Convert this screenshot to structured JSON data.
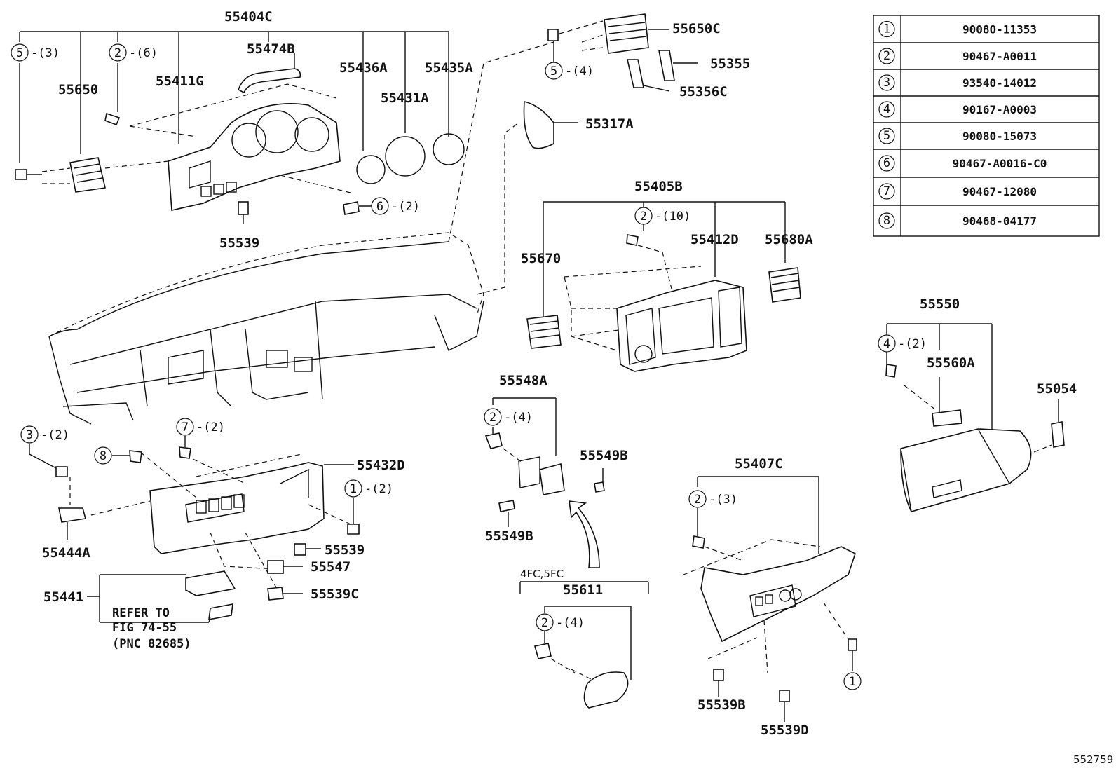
{
  "fastener_table": [
    {
      "num": "1",
      "part": "90080-11353"
    },
    {
      "num": "2",
      "part": "90467-A0011"
    },
    {
      "num": "3",
      "part": "93540-14012"
    },
    {
      "num": "4",
      "part": "90167-A0003"
    },
    {
      "num": "5",
      "part": "90080-15073"
    },
    {
      "num": "6",
      "part": "90467-A0016-C0"
    },
    {
      "num": "7",
      "part": "90467-12080"
    },
    {
      "num": "8",
      "part": "90468-04177"
    }
  ],
  "labels": {
    "p55404C": "55404C",
    "p55474B": "55474B",
    "p55650": "55650",
    "p55411G": "55411G",
    "p55436A": "55436A",
    "p55431A": "55431A",
    "p55435A": "55435A",
    "p55539a": "55539",
    "p55650C": "55650C",
    "p55355": "55355",
    "p55356C": "55356C",
    "p55317A": "55317A",
    "p55405B": "55405B",
    "p55412D": "55412D",
    "p55680A": "55680A",
    "p55670": "55670",
    "p55550": "55550",
    "p55560A": "55560A",
    "p55054": "55054",
    "p55548A": "55548A",
    "p55549Ba": "55549B",
    "p55549Bb": "55549B",
    "p55611": "55611",
    "p55407C": "55407C",
    "p55539B": "55539B",
    "p55539D": "55539D",
    "p55432D": "55432D",
    "p55444A": "55444A",
    "p55539b": "55539",
    "p55547": "55547",
    "p55539C": "55539C",
    "p55441": "55441"
  },
  "callouts": {
    "c5_3": {
      "num": "5",
      "qty": "-(3)"
    },
    "c2_6": {
      "num": "2",
      "qty": "-(6)"
    },
    "c6_2": {
      "num": "6",
      "qty": "-(2)"
    },
    "c5_4": {
      "num": "5",
      "qty": "-(4)"
    },
    "c2_10": {
      "num": "2",
      "qty": "-(10)"
    },
    "c4_2": {
      "num": "4",
      "qty": "-(2)"
    },
    "c2_4a": {
      "num": "2",
      "qty": "-(4)"
    },
    "c2_4b": {
      "num": "2",
      "qty": "-(4)"
    },
    "c2_3": {
      "num": "2",
      "qty": "-(3)"
    },
    "c3_2": {
      "num": "3",
      "qty": "-(2)"
    },
    "c7_2": {
      "num": "7",
      "qty": "-(2)"
    },
    "c8": {
      "num": "8"
    },
    "c1_2": {
      "num": "1",
      "qty": "-(2)"
    },
    "c1": {
      "num": "1"
    }
  },
  "notes": {
    "variant": "4FC,5FC",
    "refer_line1": "REFER TO",
    "refer_line2": "FIG 74-55",
    "refer_line3": "(PNC 82685)"
  },
  "figure_id": "552759"
}
